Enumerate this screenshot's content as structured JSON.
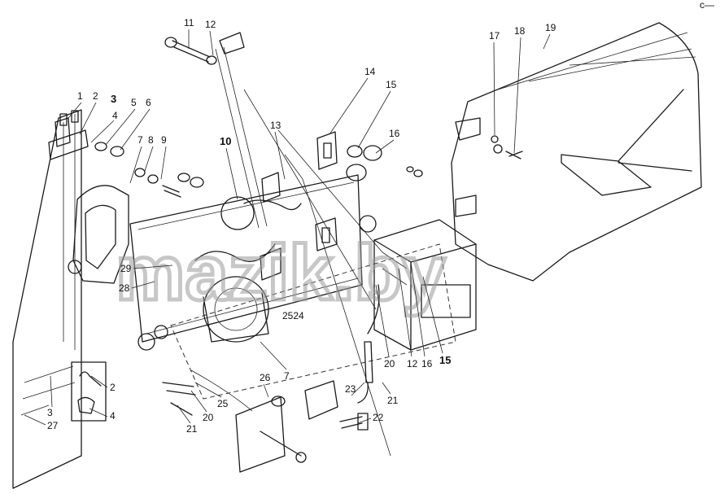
{
  "watermark": "mazik.by",
  "corner_mark": "c—",
  "callouts": {
    "c1": "1",
    "c2": "2",
    "c3": "3",
    "c4": "4",
    "c5": "5",
    "c6": "6",
    "c7": "7",
    "c8": "8",
    "c9": "9",
    "c10": "10",
    "c11": "11",
    "c12": "12",
    "c13": "13",
    "c14": "14",
    "c15": "15",
    "c16": "16",
    "c17": "17",
    "c18": "18",
    "c19": "19",
    "c28": "28",
    "c29": "29",
    "c2524": "2524",
    "c20": "20",
    "c12b": "12",
    "c16b": "16",
    "c15b": "15",
    "c7b": "7",
    "c26": "26",
    "c25": "25",
    "c23": "23",
    "c21a": "21",
    "c21b": "21",
    "c20b": "20",
    "c22": "22",
    "c2b": "2",
    "c3b": "3",
    "c4b": "4",
    "c27": "27"
  },
  "colors": {
    "ink": "#1a1a1a",
    "watermark": "#9a9a9a",
    "background": "#ffffff"
  }
}
